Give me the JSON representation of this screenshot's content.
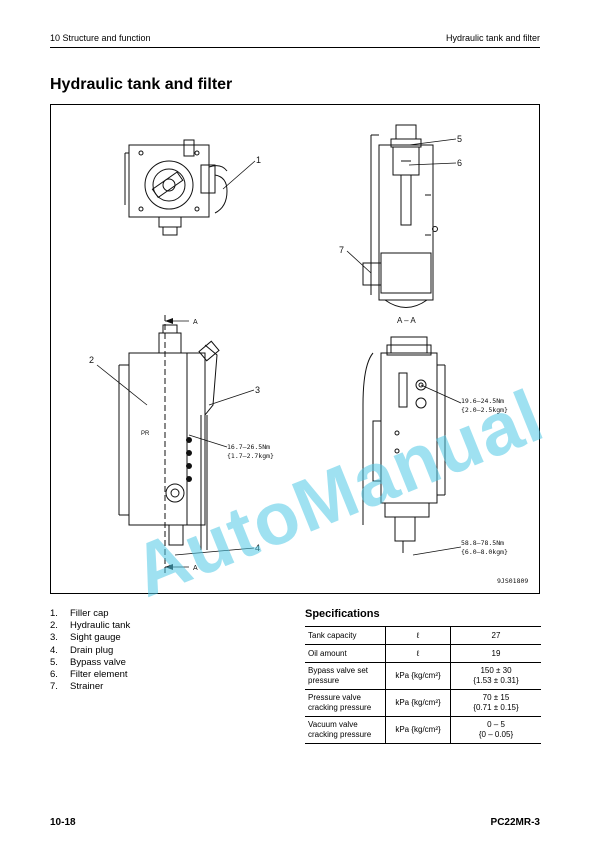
{
  "header": {
    "section": "10 Structure and function",
    "topic": "Hydraulic tank and filter"
  },
  "page_title": "Hydraulic tank and filter",
  "figure": {
    "callouts": [
      "1",
      "2",
      "3",
      "4",
      "5",
      "6",
      "7"
    ],
    "section_label": "A – A",
    "arrow_label": "A",
    "torques": {
      "t1_line1": "16.7–26.5Nm",
      "t1_line2": "{1.7–2.7kgm}",
      "t2_line1": "19.6–24.5Nm",
      "t2_line2": "{2.0–2.5kgm}",
      "t3_line1": "58.8–78.5Nm",
      "t3_line2": "{6.0–8.0kgm}"
    },
    "figure_id": "9JS01809",
    "watermark": "AutoManual"
  },
  "parts_list": [
    {
      "num": "1.",
      "name": "Filler cap"
    },
    {
      "num": "2.",
      "name": "Hydraulic tank"
    },
    {
      "num": "3.",
      "name": "Sight gauge"
    },
    {
      "num": "4.",
      "name": "Drain plug"
    },
    {
      "num": "5.",
      "name": "Bypass valve"
    },
    {
      "num": "6.",
      "name": "Filter element"
    },
    {
      "num": "7.",
      "name": "Strainer"
    }
  ],
  "specs": {
    "title": "Specifications",
    "rows": [
      {
        "label": "Tank capacity",
        "unit": "ℓ",
        "value": "27",
        "value2": ""
      },
      {
        "label": "Oil amount",
        "unit": "ℓ",
        "value": "19",
        "value2": ""
      },
      {
        "label": "Bypass valve set pressure",
        "unit": "kPa {kg/cm²}",
        "value": "150 ± 30",
        "value2": "{1.53 ± 0.31}"
      },
      {
        "label": "Pressure valve cracking pressure",
        "unit": "kPa {kg/cm²}",
        "value": "70 ± 15",
        "value2": "{0.71 ± 0.15}"
      },
      {
        "label": "Vacuum valve cracking pressure",
        "unit": "kPa {kg/cm²}",
        "value": "0 – 5",
        "value2": "{0 – 0.05}"
      }
    ]
  },
  "footer": {
    "page": "10-18",
    "model": "PC22MR-3"
  }
}
